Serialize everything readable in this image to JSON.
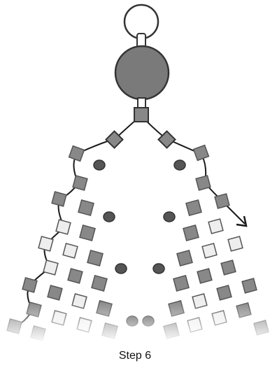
{
  "caption": "Step 6",
  "colors": {
    "outline": "#333333",
    "pendant": "#7a7a7a",
    "bead_dark": "#888888",
    "bead_light": "#eeeeee",
    "round_bead": "#555555",
    "thread": "#1a1a1a"
  },
  "icons": {
    "loop": "jump-ring",
    "pendant": "round-pendant",
    "thread_end": "arrow-head"
  }
}
